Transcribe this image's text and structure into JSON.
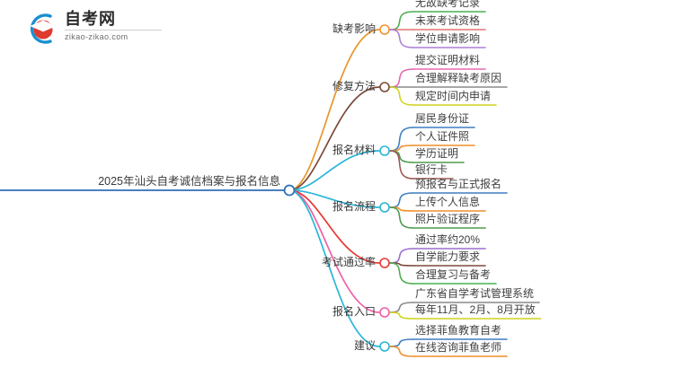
{
  "logo": {
    "name_cn": "自考网",
    "url": "zikao-zikao.com",
    "mark_icon": "graduation-cap-icon"
  },
  "mindmap": {
    "root": {
      "label": "2025年汕头自考诚信档案与报名信息",
      "node_color": "#2f6fb5"
    },
    "branches": [
      {
        "label": "缺考影响",
        "node_color": "#f2922e",
        "branch_color": "#e8962c",
        "children": [
          {
            "label": "无故缺考记录",
            "color": "#4caf50"
          },
          {
            "label": "未来考试资格",
            "color": "#e57373"
          },
          {
            "label": "学位申请影响",
            "color": "#ab7fd4"
          }
        ]
      },
      {
        "label": "修复方法",
        "node_color": "#7b4a3a",
        "branch_color": "#7b4a3a",
        "children": [
          {
            "label": "提交证明材料",
            "color": "#e668b0"
          },
          {
            "label": "合理解释缺考原因",
            "color": "#8a8a8a"
          },
          {
            "label": "规定时间内申请",
            "color": "#cfd41f"
          }
        ]
      },
      {
        "label": "报名材料",
        "node_color": "#29b6d8",
        "branch_color": "#29b6d8",
        "children": [
          {
            "label": "居民身份证",
            "color": "#3f7fc1"
          },
          {
            "label": "个人证件照",
            "color": "#ef8f2b"
          },
          {
            "label": "学历证明",
            "color": "#4f9b4f"
          },
          {
            "label": "银行卡",
            "color": "#9c5b52"
          }
        ]
      },
      {
        "label": "报名流程",
        "node_color": "#29b6d8",
        "branch_color": "#29b6d8",
        "children": [
          {
            "label": "预报名与正式报名",
            "color": "#3f7fc1"
          },
          {
            "label": "上传个人信息",
            "color": "#ef8f2b"
          },
          {
            "label": "照片验证程序",
            "color": "#4f9b4f"
          }
        ]
      },
      {
        "label": "考试通过率",
        "node_color": "#e53935",
        "branch_color": "#e53935",
        "children": [
          {
            "label": "通过率约20%",
            "color": "#9b6fd0"
          },
          {
            "label": "自学能力要求",
            "color": "#7b4a3a"
          },
          {
            "label": "合理复习与备考",
            "color": "#4caf50"
          }
        ]
      },
      {
        "label": "报名入口",
        "node_color": "#ef5fa7",
        "branch_color": "#ef5fa7",
        "children": [
          {
            "label": "广东省自学考试管理系统",
            "color": "#8a8a8a"
          },
          {
            "label": "每年11月、2月、8月开放",
            "color": "#cfd41f"
          }
        ]
      },
      {
        "label": "建议",
        "node_color": "#29b6d8",
        "branch_color": "#29b6d8",
        "children": [
          {
            "label": "选择菲鱼教育自考",
            "color": "#3f7fc1"
          },
          {
            "label": "在线咨询菲鱼老师",
            "color": "#ef8f2b"
          }
        ]
      }
    ]
  }
}
